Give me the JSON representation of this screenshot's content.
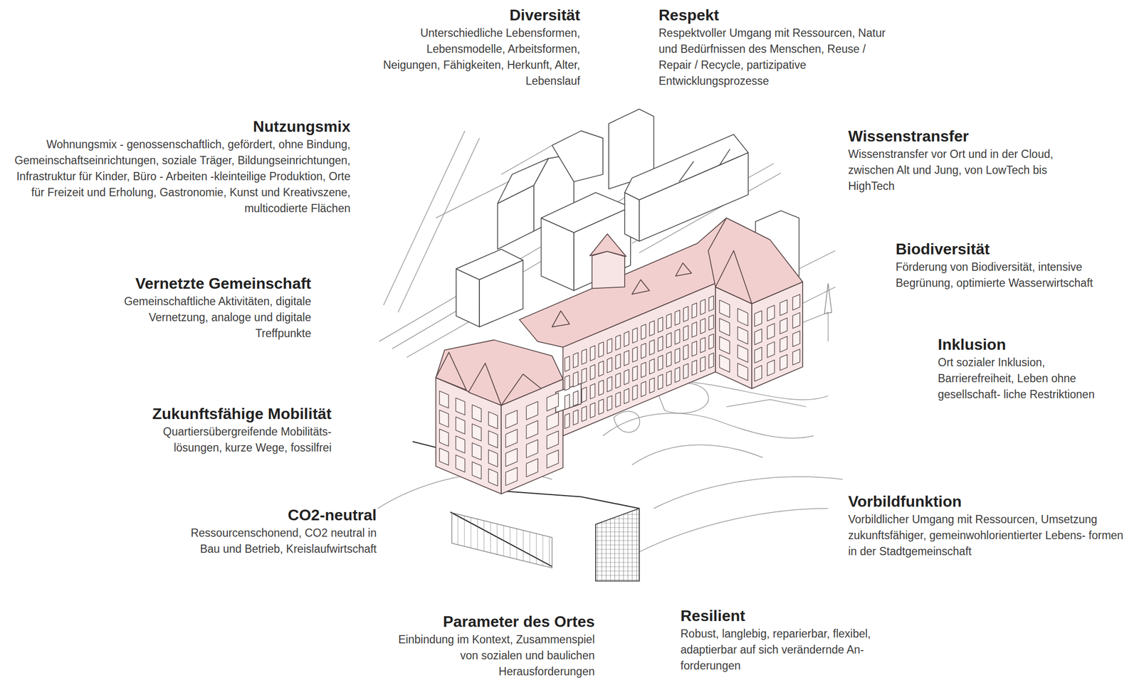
{
  "diagram": {
    "labels": [
      "Diversität",
      "Unterschiedliche Lebensformen, Lebensmodelle, Arbeitsformen, Neigungen, Fähigkeiten, Herkunft, Alter, Lebenslauf",
      "Respekt",
      "Respektvoller Umgang mit Ressourcen, Natur und Bedürfnissen des Menschen, Reuse / Repair / Recycle, partizipative Entwicklungsprozesse",
      "Nutzungsmix",
      "Wohnungsmix - genossenschaftlich, gefördert, ohne Bindung, Gemeinschaftseinrichtungen, soziale Träger, Bildungseinrichtungen, Infrastruktur für Kinder, Büro - Arbeiten -kleinteilige Produktion, Orte für Freizeit und Erholung, Gastronomie, Kunst und Kreativszene, multicodierte Flächen",
      "Wissenstransfer",
      "Wissenstransfer vor Ort und in der Cloud, zwischen Alt und Jung, von LowTech bis HighTech",
      "Vernetzte Gemeinschaft",
      "Gemeinschaftliche Aktivitäten, digitale Vernetzung, analoge und digitale Treffpunkte",
      "Biodiversität",
      "Förderung von Biodiversität, intensive Begrünung, optimierte Wasserwirtschaft",
      "Inklusion",
      "Ort sozialer Inklusion, Barrierefreiheit, Leben ohne gesellschaft- liche Restriktionen",
      "Zukunftsfähige Mobilität",
      "Quartiersübergreifende Mobilitäts- lösungen, kurze Wege, fossilfrei",
      "Vorbildfunktion",
      "Vorbildlicher Umgang mit Ressourcen, Umsetzung zukunftsfähiger, gemeinwohlorientierter Lebens- formen in der Stadtgemeinschaft",
      "CO2-neutral",
      "Ressourcenschonend, CO2 neutral in Bau und Betrieb, Kreislaufwirtschaft",
      "Parameter des Ortes",
      "Einbindung im Kontext, Zusammenspiel von sozialen und baulichen Herausforderungen",
      "Resilient",
      "Robust, langlebig, reparierbar, flexibel, adaptierbar auf sich verändernde An- forderungen"
    ]
  }
}
